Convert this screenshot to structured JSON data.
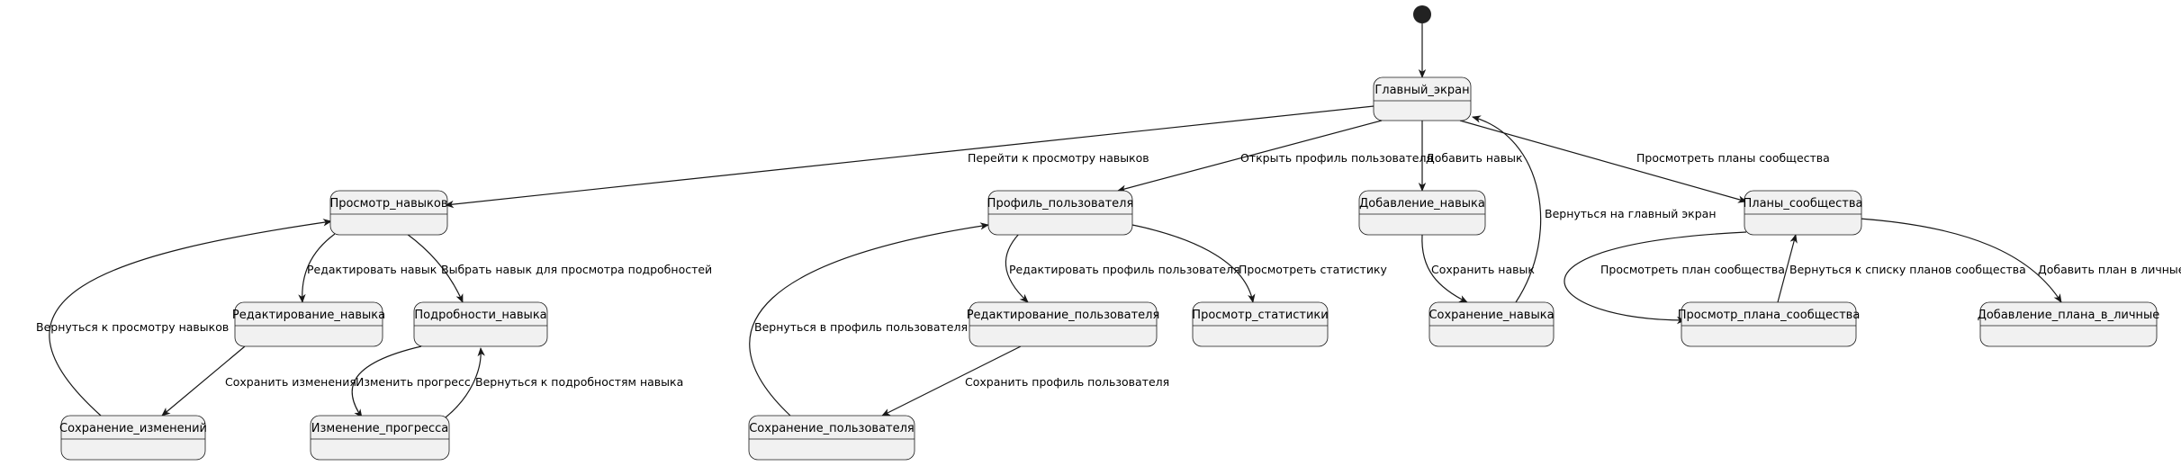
{
  "diagram": {
    "type": "state-diagram",
    "start_node": "initial",
    "states": [
      {
        "id": "main",
        "label": "Главный_экран"
      },
      {
        "id": "skills_view",
        "label": "Просмотр_навыков"
      },
      {
        "id": "profile",
        "label": "Профиль_пользователя"
      },
      {
        "id": "add_skill",
        "label": "Добавление_навыка"
      },
      {
        "id": "community_plans",
        "label": "Планы_сообщества"
      },
      {
        "id": "skill_edit",
        "label": "Редактирование_навыка"
      },
      {
        "id": "skill_details",
        "label": "Подробности_навыка"
      },
      {
        "id": "user_edit",
        "label": "Редактирование_пользователя"
      },
      {
        "id": "stats_view",
        "label": "Просмотр_статистики"
      },
      {
        "id": "skill_save",
        "label": "Сохранение_навыка"
      },
      {
        "id": "plan_view",
        "label": "Просмотр_плана_сообщества"
      },
      {
        "id": "plan_add_personal",
        "label": "Добавление_плана_в_личные"
      },
      {
        "id": "changes_save",
        "label": "Сохранение_изменений"
      },
      {
        "id": "progress_change",
        "label": "Изменение_прогресса"
      },
      {
        "id": "user_save",
        "label": "Сохранение_пользователя"
      }
    ],
    "transitions": [
      {
        "id": "t_start",
        "from": "initial",
        "to": "main",
        "label": ""
      },
      {
        "id": "t_main_skills",
        "from": "main",
        "to": "skills_view",
        "label": "Перейти к просмотру навыков"
      },
      {
        "id": "t_main_profile",
        "from": "main",
        "to": "profile",
        "label": "Открыть профиль пользователя"
      },
      {
        "id": "t_main_add",
        "from": "main",
        "to": "add_skill",
        "label": "Добавить навык"
      },
      {
        "id": "t_main_plans",
        "from": "main",
        "to": "community_plans",
        "label": "Просмотреть планы сообщества"
      },
      {
        "id": "t_skills_edit",
        "from": "skills_view",
        "to": "skill_edit",
        "label": "Редактировать навык"
      },
      {
        "id": "t_skills_details",
        "from": "skills_view",
        "to": "skill_details",
        "label": "Выбрать навык для просмотра подробностей"
      },
      {
        "id": "t_edit_save",
        "from": "skill_edit",
        "to": "changes_save",
        "label": "Сохранить изменения"
      },
      {
        "id": "t_save_back_skills",
        "from": "changes_save",
        "to": "skills_view",
        "label": "Вернуться к просмотру навыков"
      },
      {
        "id": "t_details_progress",
        "from": "skill_details",
        "to": "progress_change",
        "label": "Изменить прогресс"
      },
      {
        "id": "t_progress_back",
        "from": "progress_change",
        "to": "skill_details",
        "label": "Вернуться к подробностям навыка"
      },
      {
        "id": "t_profile_edit",
        "from": "profile",
        "to": "user_edit",
        "label": "Редактировать профиль пользователя"
      },
      {
        "id": "t_profile_stats",
        "from": "profile",
        "to": "stats_view",
        "label": "Просмотреть статистику"
      },
      {
        "id": "t_user_save",
        "from": "user_edit",
        "to": "user_save",
        "label": "Сохранить профиль пользователя"
      },
      {
        "id": "t_user_back",
        "from": "user_save",
        "to": "profile",
        "label": "Вернуться в профиль пользователя"
      },
      {
        "id": "t_add_save",
        "from": "add_skill",
        "to": "skill_save",
        "label": "Сохранить навык"
      },
      {
        "id": "t_save_main",
        "from": "skill_save",
        "to": "main",
        "label": "Вернуться на главный экран"
      },
      {
        "id": "t_plans_view",
        "from": "community_plans",
        "to": "plan_view",
        "label": "Просмотреть план сообщества"
      },
      {
        "id": "t_plan_back",
        "from": "plan_view",
        "to": "community_plans",
        "label": "Вернуться к списку планов сообщества"
      },
      {
        "id": "t_plans_add",
        "from": "community_plans",
        "to": "plan_add_personal",
        "label": "Добавить план в личные"
      }
    ]
  }
}
